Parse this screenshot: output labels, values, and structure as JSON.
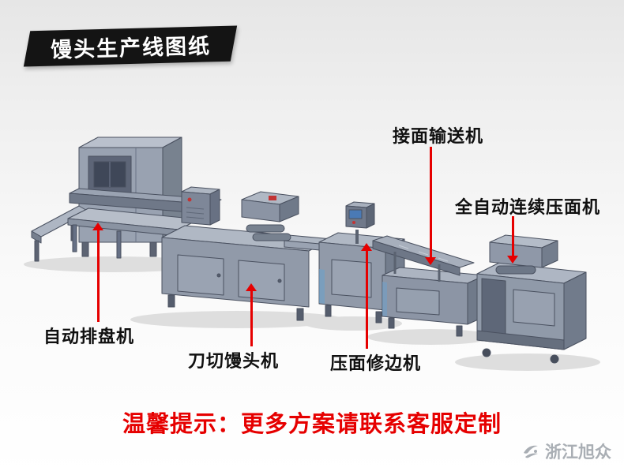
{
  "banner": {
    "title": "馒头生产线图纸"
  },
  "labels": {
    "belt_conveyor": "接面输送机",
    "continuous_press": "全自动连续压面机",
    "tray_arranger": "自动排盘机",
    "knife_cutter": "刀切馒头机",
    "press_trimmer": "压面修边机"
  },
  "notice": "温馨提示：更多方案请联系客服定制",
  "brand": {
    "name": "浙江旭众"
  },
  "icons": {
    "brand_logo": "hand-swoosh-logo"
  },
  "colors": {
    "accent_red": "#e60000",
    "banner_bg": "#141414",
    "machine_body": "#919aa9",
    "machine_top": "#b0b8c4",
    "machine_side": "#737d8d"
  }
}
